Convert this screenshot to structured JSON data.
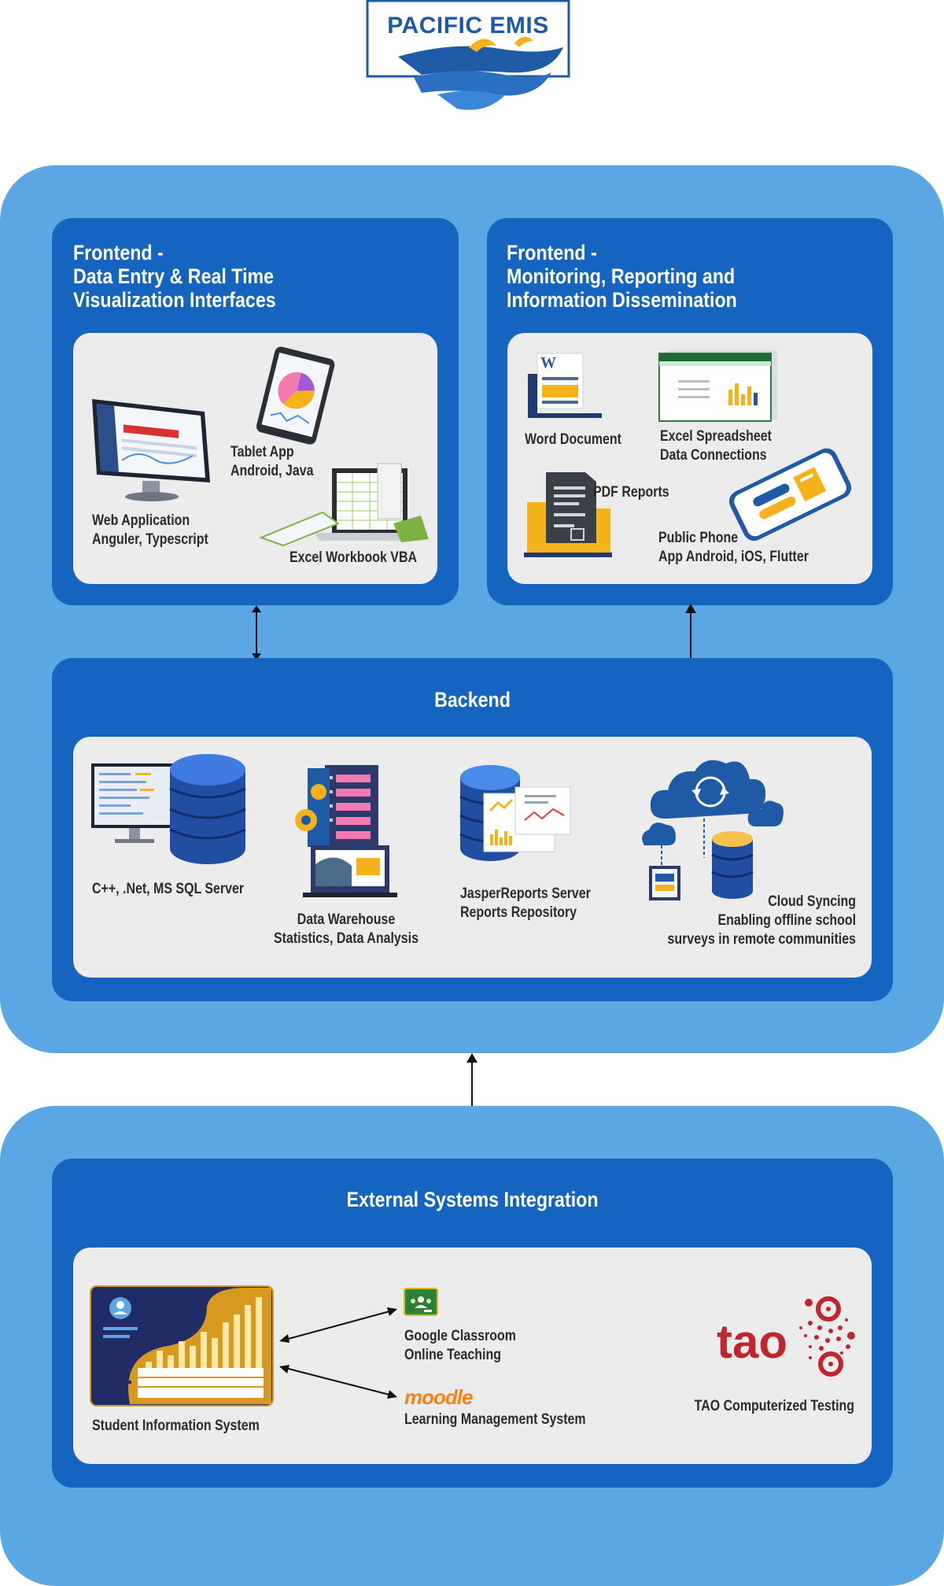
{
  "logo": {
    "text": "PACIFIC EMIS"
  },
  "frontend_entry": {
    "title_lines": [
      "Frontend -",
      "Data Entry & Real Time",
      "Visualization Interfaces"
    ],
    "items": [
      {
        "lines": [
          "Web Application",
          "Anguler, Typescript"
        ],
        "icon": "monitor-icon"
      },
      {
        "lines": [
          "Tablet App",
          "Android, Java"
        ],
        "icon": "tablet-icon"
      },
      {
        "lines": [
          "Excel Workbook VBA"
        ],
        "icon": "laptop-spreadsheet-icon"
      }
    ]
  },
  "frontend_reporting": {
    "title_lines": [
      "Frontend -",
      "Monitoring, Reporting and",
      "Information Dissemination"
    ],
    "items": [
      {
        "lines": [
          "Word Document"
        ],
        "icon": "word-document-icon"
      },
      {
        "lines": [
          "Excel Spreadsheet",
          "Data Connections"
        ],
        "icon": "spreadsheet-icon"
      },
      {
        "lines": [
          "PDF Reports"
        ],
        "icon": "pdf-report-icon"
      },
      {
        "lines": [
          "Public Phone",
          "App Android, iOS, Flutter"
        ],
        "icon": "phone-icon"
      }
    ]
  },
  "backend": {
    "title": "Backend",
    "items": [
      {
        "lines": [
          "C++, .Net, MS SQL Server"
        ],
        "icon": "database-server-icon"
      },
      {
        "lines": [
          "Data Warehouse",
          "Statistics, Data Analysis"
        ],
        "icon": "data-warehouse-icon"
      },
      {
        "lines": [
          "JasperReports Server",
          "Reports Repository"
        ],
        "icon": "reports-repository-icon"
      },
      {
        "lines": [
          "Cloud Syncing",
          "Enabling offline school",
          "surveys in remote communities"
        ],
        "icon": "cloud-sync-icon"
      }
    ]
  },
  "external": {
    "title": "External Systems Integration",
    "items": [
      {
        "lines": [
          "Student Information System"
        ],
        "icon": "student-info-board-icon"
      },
      {
        "lines": [
          "Google Classroom",
          "Online Teaching"
        ],
        "icon": "google-classroom-icon"
      },
      {
        "logo_text": "moodle",
        "lines": [
          "Learning Management System"
        ],
        "icon": "moodle-logo-icon"
      },
      {
        "logo_text": "tao",
        "lines": [
          "TAO Computerized Testing"
        ],
        "icon": "tao-logo-icon"
      }
    ]
  },
  "colors": {
    "outer": "#5aa7e3",
    "panel": "#1565c0",
    "inner": "#ececec",
    "accent": "#f5b21b",
    "logo_blue": "#1f5aa6"
  }
}
